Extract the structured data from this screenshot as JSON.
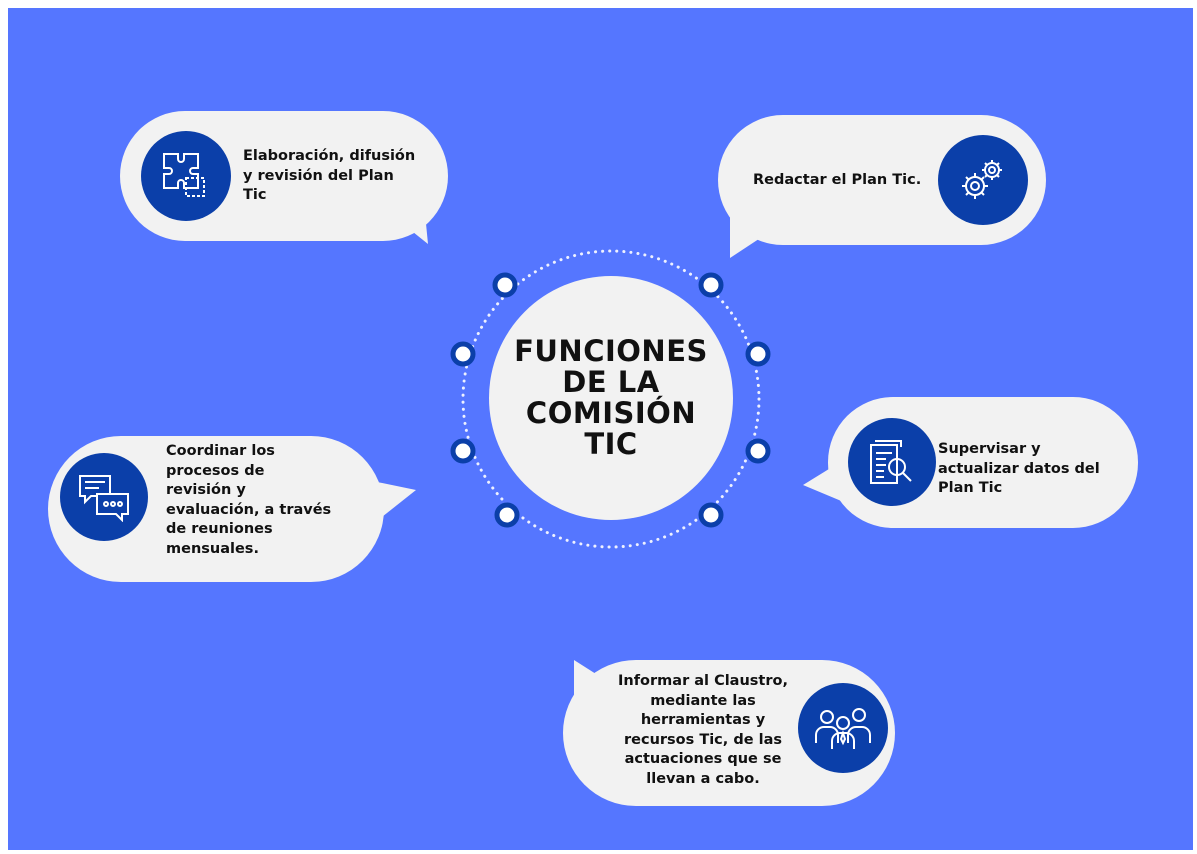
{
  "center": {
    "title_lines": [
      "FUNCIONES",
      "DE LA",
      "COMISIÓN",
      "TIC"
    ]
  },
  "items": [
    {
      "id": "elaboracion",
      "icon": "puzzle-icon",
      "lines": [
        "Elaboración, difusión",
        "y revisión del Plan",
        "Tic"
      ]
    },
    {
      "id": "redactar",
      "icon": "gears-icon",
      "lines": [
        "Redactar el Plan Tic."
      ]
    },
    {
      "id": "coordinar",
      "icon": "chat-bubbles-icon",
      "lines": [
        "Coordinar los",
        "procesos de",
        "revisión y",
        "evaluación, a través",
        "de reuniones",
        "mensuales."
      ]
    },
    {
      "id": "supervisar",
      "icon": "document-search-icon",
      "lines": [
        "Supervisar y",
        "actualizar datos del",
        "Plan Tic"
      ]
    },
    {
      "id": "informar",
      "icon": "people-group-icon",
      "lines": [
        "Informar al Claustro,",
        "mediante las",
        "herramientas y",
        "recursos Tic, de las",
        "actuaciones que se",
        "llevan a cabo."
      ]
    }
  ],
  "colors": {
    "background": "#5576ff",
    "bubble": "#f2f2f2",
    "icon_circle": "#0b3fa9",
    "ring_node_fill": "#ffffff",
    "ring_node_stroke": "#0b3fa9"
  }
}
